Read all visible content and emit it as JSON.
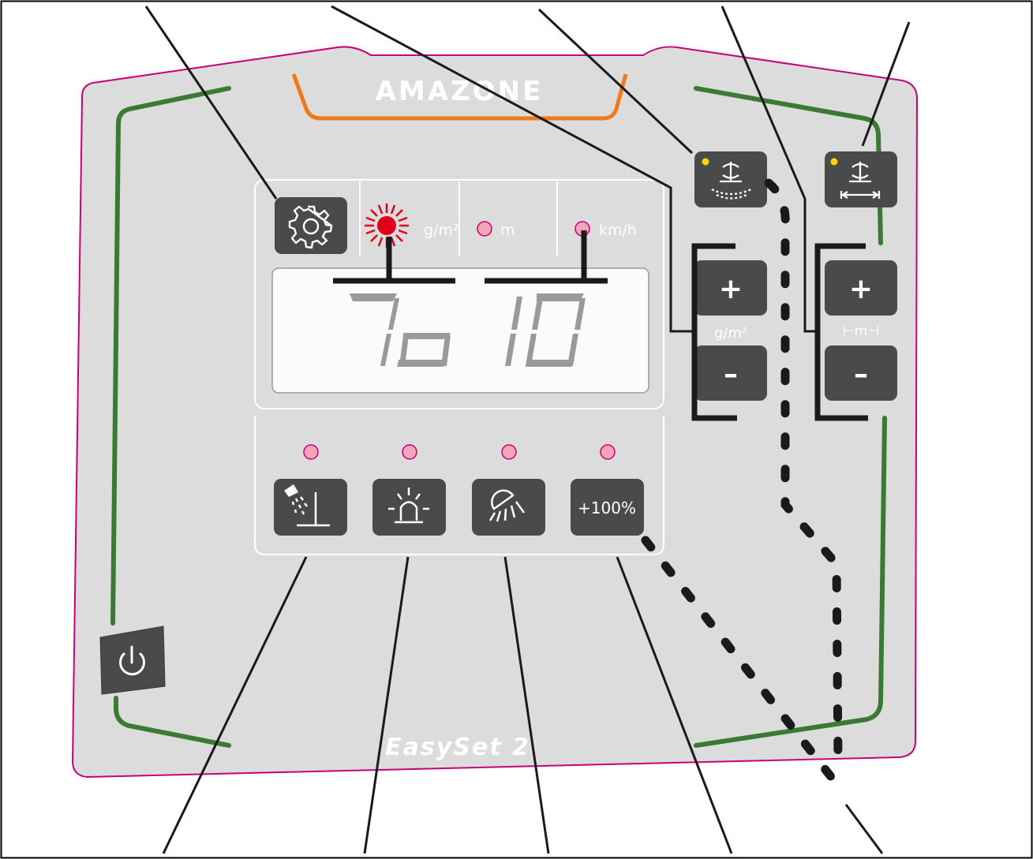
{
  "device": {
    "brand": "AMAZONE",
    "model": "EasySet 2",
    "display": {
      "digits": [
        "7",
        "o",
        "1",
        "0"
      ]
    },
    "indicator_units": {
      "rate": "g/m²",
      "width": "m",
      "speed": "km/h"
    },
    "rate_keypad": {
      "plus": "+",
      "minus": "–",
      "unit": "g/m²"
    },
    "width_keypad": {
      "plus": "+",
      "minus": "–",
      "unit": "⊢m⊣"
    },
    "boost_button": {
      "label": "+100%"
    },
    "icons": {
      "settings": "gear-icon",
      "power": "power-icon",
      "spreader_disc": "spreader-disc-icon",
      "spread_width": "spread-width-icon",
      "border_spread": "border-spread-icon",
      "beacon": "beacon-icon",
      "work_light": "work-light-icon"
    },
    "colors": {
      "panel": "#dcdcdc",
      "panel_border": "#c8007a",
      "button": "#4a4a4a",
      "led_off": "#f4a6b8",
      "led_on": "#e0001a",
      "led_yellow": "#ffd200",
      "accent_orange": "#f07a1a",
      "frame_green": "#3a7a35",
      "digits": "#9a9a9a"
    }
  }
}
